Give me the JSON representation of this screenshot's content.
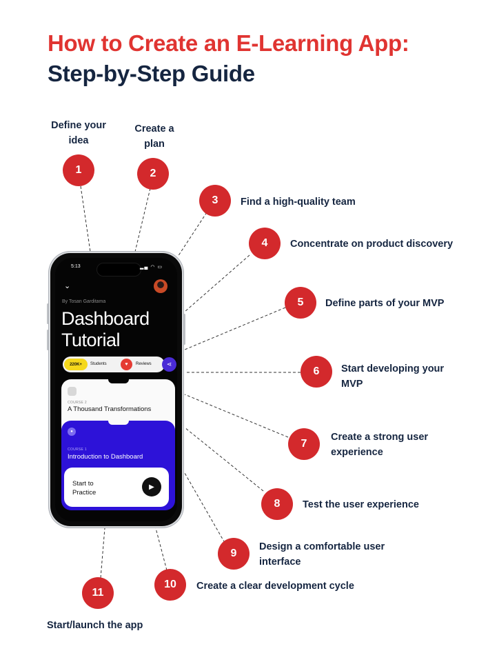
{
  "title": {
    "line1": "How to Create an E-Learning App:",
    "line2": "Step-by-Step Guide"
  },
  "colors": {
    "accent": "#d3292c",
    "title_red": "#e03431",
    "navy": "#152540",
    "card_blue": "#2d12d8"
  },
  "steps": [
    {
      "number": "1",
      "label": "Define your idea"
    },
    {
      "number": "2",
      "label": "Create a plan"
    },
    {
      "number": "3",
      "label": "Find a high-quality team"
    },
    {
      "number": "4",
      "label": "Concentrate on product discovery"
    },
    {
      "number": "5",
      "label": "Define parts of your MVP"
    },
    {
      "number": "6",
      "label": "Start developing your MVP"
    },
    {
      "number": "7",
      "label": "Create a strong user experience"
    },
    {
      "number": "8",
      "label": "Test the user experience"
    },
    {
      "number": "9",
      "label": "Design a comfortable user interface"
    },
    {
      "number": "10",
      "label": "Create a clear development cycle"
    },
    {
      "number": "11",
      "label": "Start/launch the app"
    }
  ],
  "phone": {
    "time": "5:13",
    "status_icons": "signal-wifi-battery-icons",
    "author": "By Tosan Garditama",
    "heading": "Dashboard Tutorial",
    "students_count": "220K+",
    "students_label": "Students",
    "reviews_label": "Reviews",
    "course2": {
      "caption": "COURSE 2",
      "title": "A Thousand Transformations"
    },
    "course1": {
      "caption": "COURSE 1",
      "title": "Introduction to Dashboard"
    },
    "practice_label": "Start to Practice"
  }
}
